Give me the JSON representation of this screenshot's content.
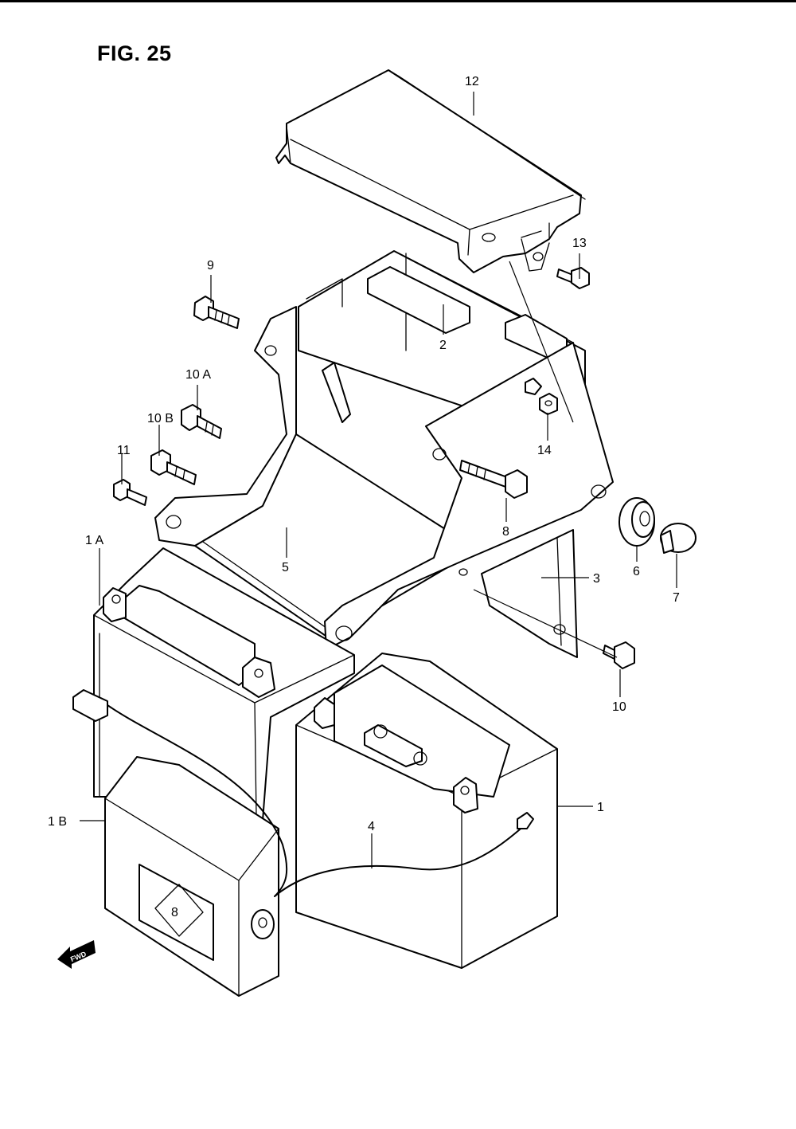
{
  "figure": {
    "title": "FIG. 25"
  },
  "fwd_arrow": {
    "label": "FWD",
    "icon": "fwd-arrow-icon"
  },
  "callouts": [
    {
      "id": "12",
      "label": "12"
    },
    {
      "id": "13",
      "label": "13"
    },
    {
      "id": "9",
      "label": "9"
    },
    {
      "id": "2",
      "label": "2"
    },
    {
      "id": "10A",
      "label": "10 A"
    },
    {
      "id": "10B",
      "label": "10 B"
    },
    {
      "id": "14",
      "label": "14"
    },
    {
      "id": "11",
      "label": "11"
    },
    {
      "id": "8",
      "label": "8"
    },
    {
      "id": "6",
      "label": "6"
    },
    {
      "id": "1A",
      "label": "1 A"
    },
    {
      "id": "5",
      "label": "5"
    },
    {
      "id": "3",
      "label": "3"
    },
    {
      "id": "7",
      "label": "7"
    },
    {
      "id": "10",
      "label": "10"
    },
    {
      "id": "1",
      "label": "1"
    },
    {
      "id": "1B",
      "label": "1 B"
    },
    {
      "id": "4",
      "label": "4"
    }
  ]
}
